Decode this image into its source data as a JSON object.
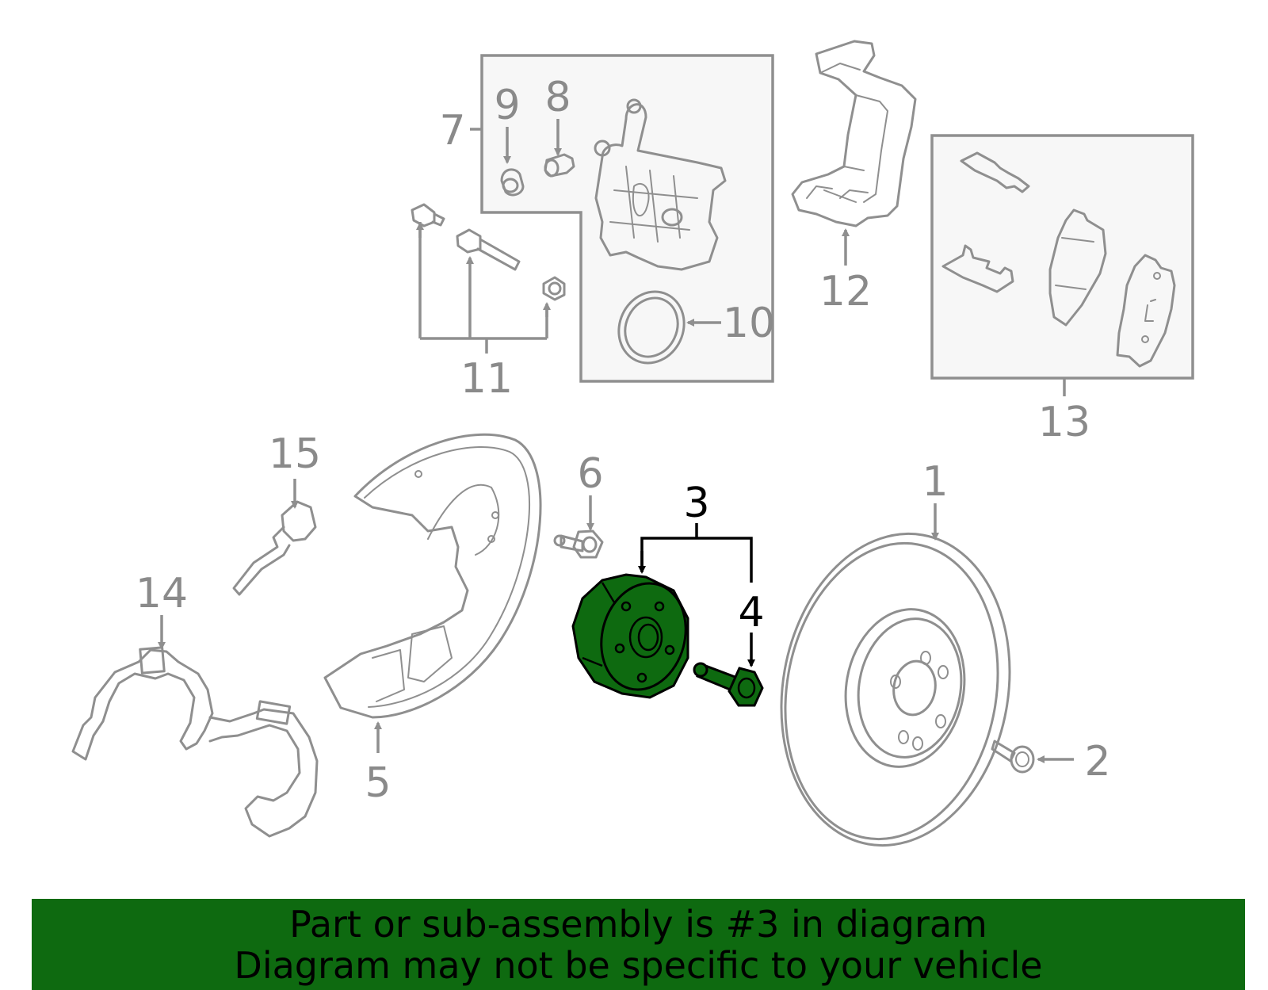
{
  "diagram": {
    "labels": {
      "p1": "1",
      "p2": "2",
      "p3": "3",
      "p4": "4",
      "p5": "5",
      "p6": "6",
      "p7": "7",
      "p8": "8",
      "p9": "9",
      "p10": "10",
      "p11": "11",
      "p12": "12",
      "p13": "13",
      "p14": "14",
      "p15": "15"
    },
    "highlighted_parts": [
      "3",
      "4"
    ]
  },
  "banner": {
    "line1": "Part or sub-assembly is #3 in diagram",
    "line2": "Diagram may not be specific to your vehicle"
  },
  "colors": {
    "highlight": "#0e6a10",
    "banner_background": "#0e6a10",
    "line_gray": "#8f8f8f",
    "label_gray": "#8a8a8a"
  }
}
